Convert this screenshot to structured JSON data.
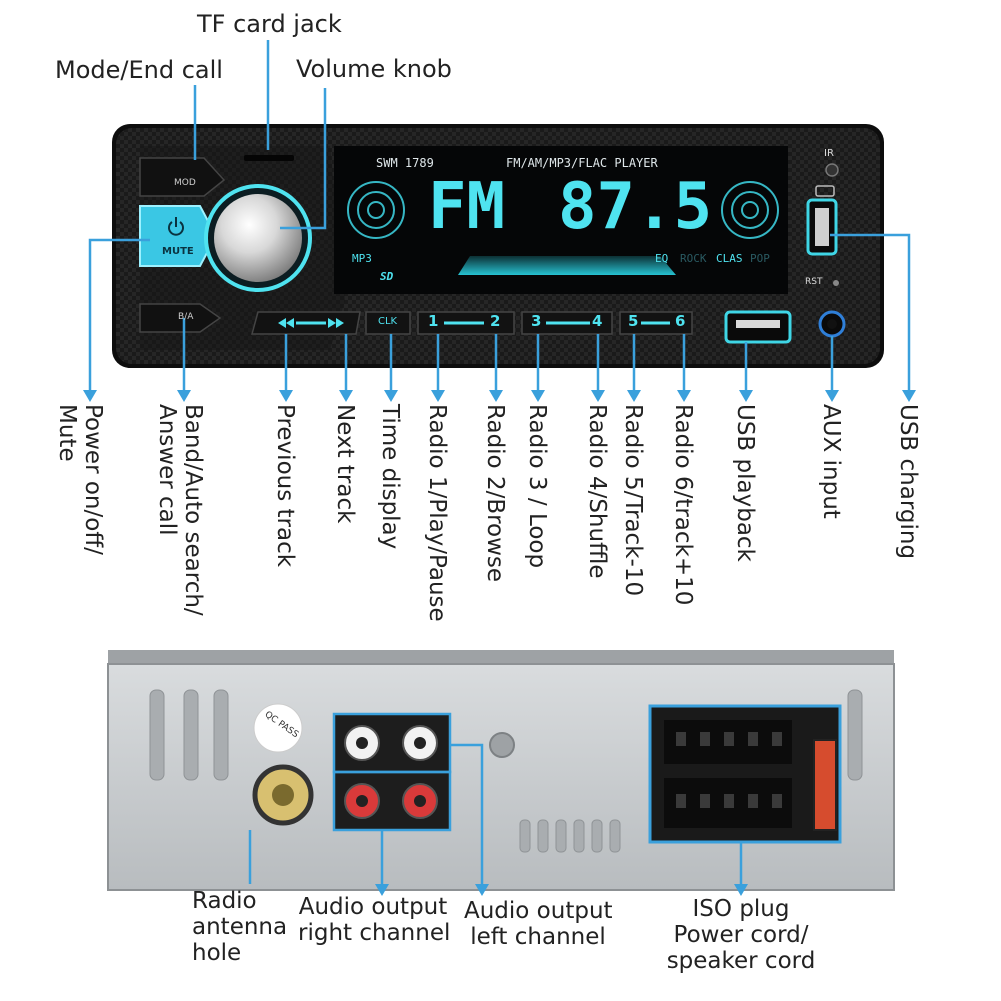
{
  "front_panel": {
    "model": "SWM 1789",
    "player_label": "FM/AM/MP3/FLAC  PLAYER",
    "display": {
      "band": "FM",
      "frequency": "87.5",
      "indicators": [
        "MP3",
        "EQ",
        "ROCK",
        "CLAS",
        "POP",
        "SD"
      ]
    },
    "buttons": {
      "mode": "MOD",
      "mute": "MUTE",
      "band": "B/A",
      "clock": "CLK",
      "preset_pairs": [
        [
          "1",
          "2"
        ],
        [
          "3",
          "4"
        ],
        [
          "5",
          "6"
        ]
      ]
    },
    "ir_label": "IR",
    "rst_label": "RST"
  },
  "rear_panel": {
    "qc_label": "QC PASS"
  },
  "labels": {
    "tf_card_jack": "TF card jack",
    "mode_end_call": "Mode/End call",
    "volume_knob": "Volume knob",
    "power": "Power on/off/ Mute",
    "band": "Band/Auto search/ Answer call",
    "previous_track": "Previous track",
    "next_track": "Next track",
    "time_display": "Time display",
    "radio1": "Radio 1/Play/Pause",
    "radio2": "Radio 2/Browse",
    "radio3": "Radio 3 / Loop",
    "radio4": "Radio 4/Shuffle",
    "radio5": "Radio 5/Track-10",
    "radio6": "Radio 6/track+10",
    "usb_playback": "USB playback",
    "aux_input": "AUX input",
    "usb_charging": "USB charging",
    "antenna": [
      "Radio",
      "antenna",
      "hole"
    ],
    "audio_right": [
      "Audio output",
      "right channel"
    ],
    "audio_left": [
      "Audio output",
      "left channel"
    ],
    "iso_plug": [
      "ISO plug",
      "Power cord/",
      "speaker cord"
    ]
  },
  "colors": {
    "accent": "#3aa0dc",
    "lcd_glow": "#4fe3f0",
    "panel_dark": "#1c1c1c",
    "chassis": "#c9ccce"
  }
}
